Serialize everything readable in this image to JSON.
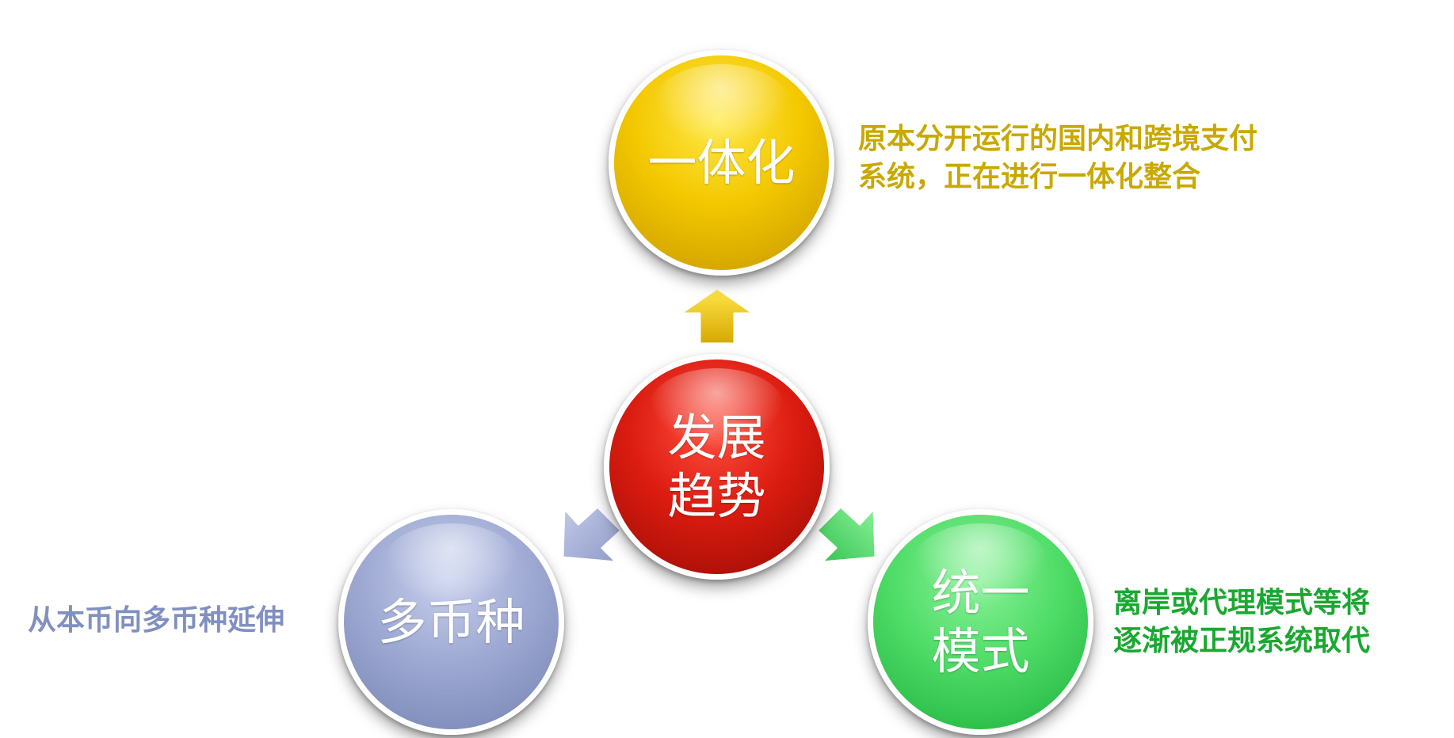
{
  "diagram": {
    "center": {
      "lines": [
        "发展",
        "趋势"
      ],
      "color": "#c8180d"
    },
    "nodes": [
      {
        "id": "top",
        "label": "一体化",
        "color": "#f3c800",
        "caption_lines": [
          "原本分开运行的国内和跨境支付",
          "系统，正在进行一体化整合"
        ],
        "caption_color": "#c9a800"
      },
      {
        "id": "left",
        "label": "多币种",
        "color": "#9ea9d3",
        "caption_lines": [
          "从本币向多币种延伸"
        ],
        "caption_color": "#8090c0"
      },
      {
        "id": "right",
        "lines": [
          "统一",
          "模式"
        ],
        "color": "#4fdc67",
        "caption_lines": [
          "离岸或代理模式等将",
          "逐渐被正规系统取代"
        ],
        "caption_color": "#1aa830"
      }
    ],
    "arrow_colors": {
      "top": "#e8c000",
      "left": "#a9b3d8",
      "right": "#4fdc67"
    }
  }
}
